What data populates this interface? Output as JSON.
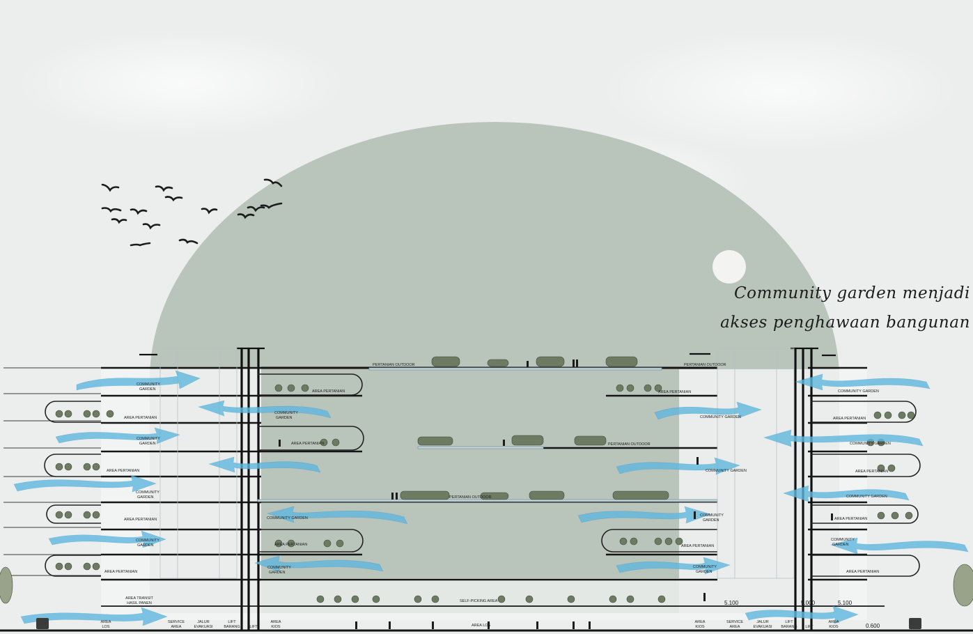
{
  "caption": {
    "line1": "Community garden menjadi",
    "line2": "akses penghawaan bangunan"
  },
  "colors": {
    "sky": "#eceeed",
    "dome": "#b9c4bb",
    "airflow": "#5fb6de",
    "structure": "#151515",
    "plants": "#6e7b63"
  },
  "labels": {
    "pertanian_outdoor_top_left": "PERTANIAN OUTDOOR",
    "pertanian_outdoor_top_right": "PERTANIAN OUTDOOR",
    "pertanian_outdoor_mid": "PERTANIAN OUTDOOR",
    "pertanian_outdoor_low": "PERTANIAN OUTDOOR",
    "area_pertanian": "AREA PERTANIAN",
    "community_garden": "COMMUNITY GARDEN",
    "community": "COMMUNITY",
    "garden": "GARDEN",
    "self_picking": "SELF-PICKING AREA",
    "area_transit_1": "AREA TRANSIT",
    "area_transit_2": "HASIL PANEN",
    "service_1": "SERVICE",
    "service_2": "AREA",
    "jalur_1": "JALUR",
    "jalur_2": "EVAKUASI",
    "lift_1": "LIFT",
    "lift_2": "BARANG",
    "lift": "LIFT",
    "area": "AREA",
    "kios": "KIOS",
    "los": "LOS",
    "area_los": "AREA LOS"
  },
  "levels": {
    "right_a": "5.100",
    "right_b": "5.000",
    "right_c": "5.100",
    "ground": "0.600"
  }
}
